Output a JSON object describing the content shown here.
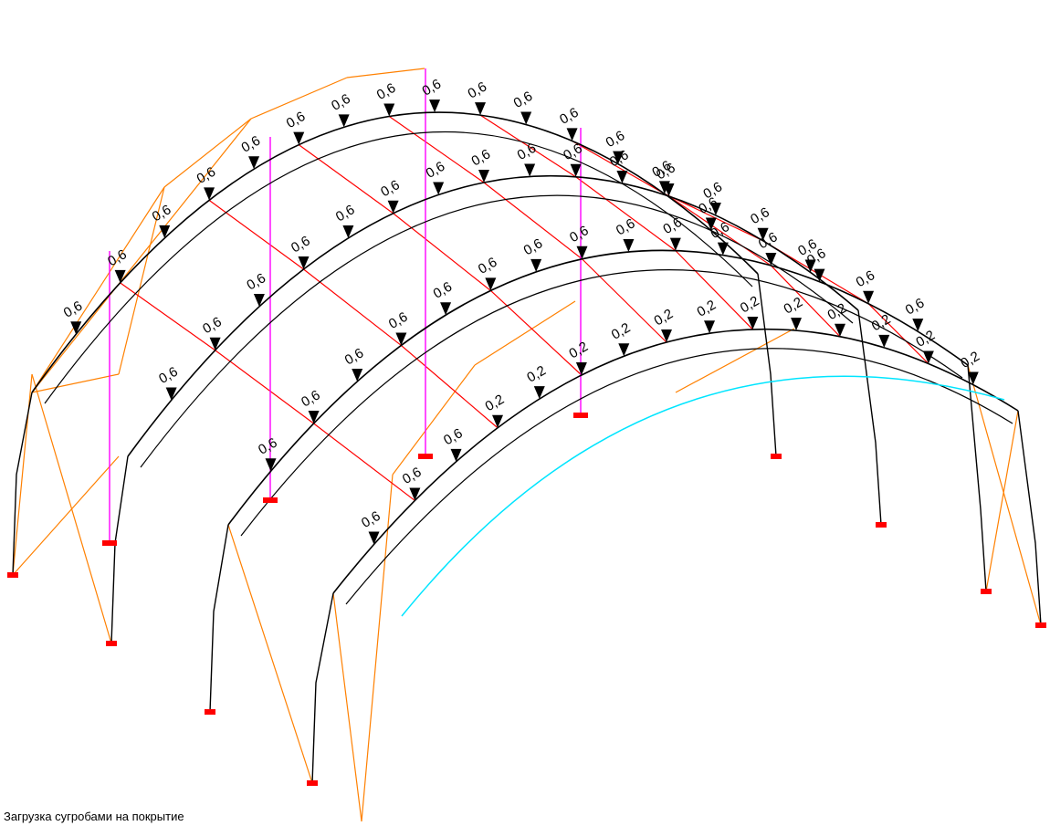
{
  "caption": "Загрузка сугробами на покрытие",
  "load_values": {
    "high": "0,6",
    "low": "0,2"
  },
  "colors": {
    "arch": "#000000",
    "purlin": "#ff0000",
    "brace": "#ff8000",
    "hanger": "#ff00ff",
    "edge": "#00e5ff",
    "support": "#ff0000"
  },
  "icons": {
    "load_arrow": "down-arrow-icon",
    "support": "fixed-support-icon"
  }
}
